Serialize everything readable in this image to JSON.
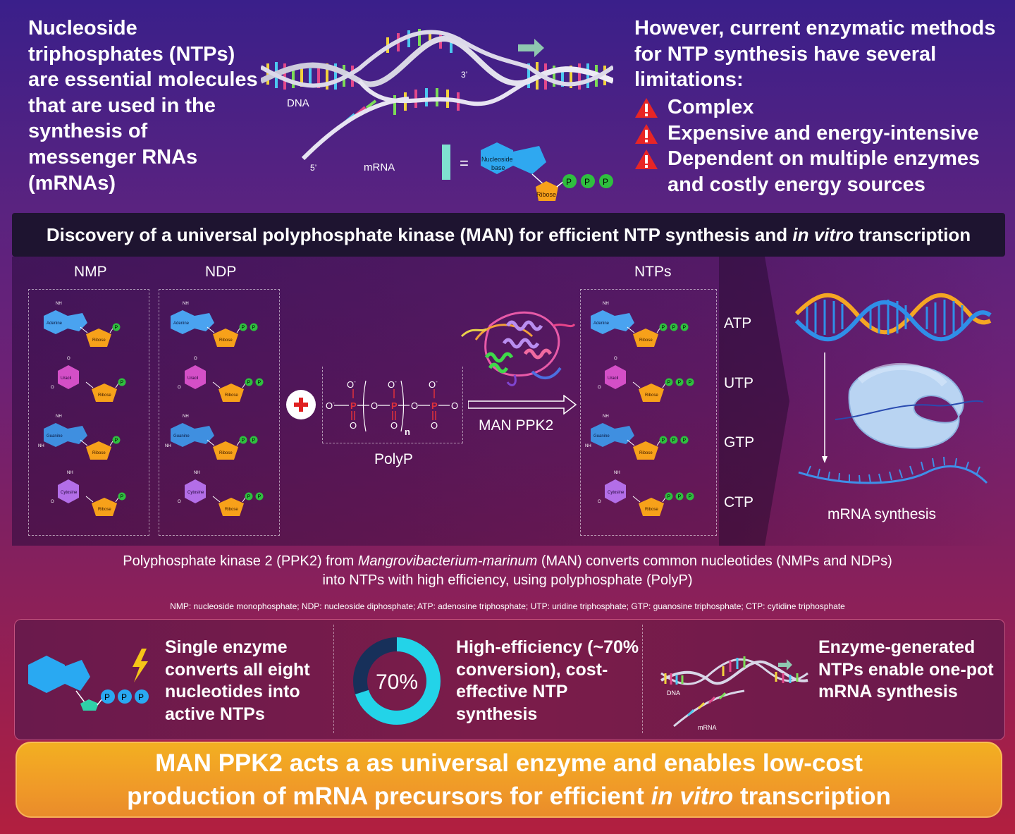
{
  "intro": {
    "text": "Nucleoside triphosphates (NTPs) are essential molecules that are used in the synthesis of messenger RNAs (mRNAs)"
  },
  "dna_figure": {
    "dna_label": "DNA",
    "mrna_label": "mRNA",
    "three_prime": "3’",
    "five_prime": "5’",
    "equals": "=",
    "nucleoside_base": "Nucleoside base",
    "ribose": "Ribose",
    "phosphate": "P"
  },
  "limitations": {
    "title": "However, current enzymatic methods for NTP synthesis have several limitations:",
    "items": [
      {
        "label": "Complex",
        "icon": "warning-icon"
      },
      {
        "label": "Expensive and energy-intensive",
        "icon": "warning-icon"
      },
      {
        "label": "Dependent on multiple enzymes and costly energy sources",
        "icon": "warning-icon"
      }
    ]
  },
  "banner": {
    "prefix": "Discovery of a universal polyphosphate kinase (MAN) for efficient NTP synthesis and ",
    "italic": "in vitro",
    "suffix": " transcription"
  },
  "reaction": {
    "nmp_header": "NMP",
    "ndp_header": "NDP",
    "ntp_header": "NTPs",
    "bases": [
      "Adenine",
      "Uracil",
      "Guanine",
      "Cytosine"
    ],
    "ribose": "Ribose",
    "phosphate": "P",
    "nh2": "NH2",
    "polyp_label": "PolyP",
    "polyp_n": "n",
    "o_minus": "O-",
    "o": "O",
    "p": "P",
    "enzyme_label": "MAN PPK2",
    "ntp_labels": [
      "ATP",
      "UTP",
      "GTP",
      "CTP"
    ],
    "mrna_synthesis": "mRNA synthesis"
  },
  "caption": {
    "part1": "Polyphosphate kinase 2 (PPK2) from ",
    "italic": "Mangrovibacterium-marinum",
    "part2": " (MAN) converts common nucleotides (NMPs and NDPs)",
    "line2": "into NTPs with high efficiency, using polyphosphate (PolyP)"
  },
  "abbreviations": "NMP: nucleoside monophosphate; NDP: nucleoside diphosphate; ATP: adenosine triphosphate; UTP: uridine triphosphate; GTP: guanosine triphosphate; CTP: cytidine triphosphate",
  "cards": [
    {
      "text": "Single enzyme converts all eight nucleotides into active NTPs",
      "icon": "nucleotide-lightning-icon"
    },
    {
      "text": "High-efficiency (~70% conversion), cost-effective NTP synthesis",
      "donut_label": "70%",
      "donut_fraction": 0.7
    },
    {
      "text": "Enzyme-generated NTPs enable one-pot mRNA synthesis",
      "dna_label": "DNA",
      "mrna_label": "mRNA"
    }
  ],
  "conclusion": {
    "line1": "MAN PPK2 acts a as universal enzyme and enables low-cost",
    "line2_prefix": "production of mRNA precursors for efficient ",
    "line2_italic": "in vitro",
    "line2_suffix": " transcription"
  },
  "colors": {
    "adenine": "#4aa3f0",
    "uracil": "#d44fc7",
    "guanine": "#3f8fe0",
    "cytosine": "#b36ee8",
    "ribose": "#f7a11a",
    "phosphate": "#2fbf3f",
    "warning": "#e82525",
    "donut": "#23d3e8"
  }
}
